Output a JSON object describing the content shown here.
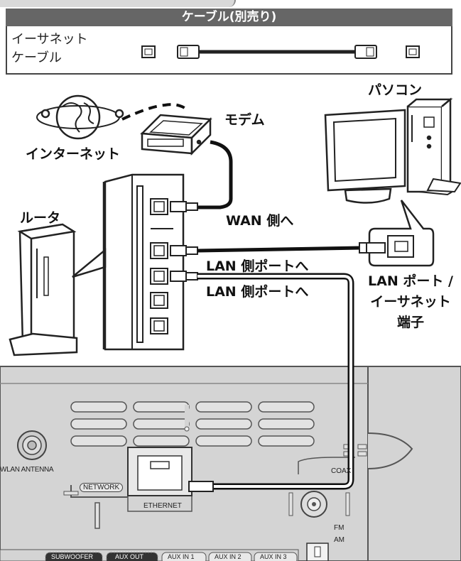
{
  "cable_table": {
    "header": "ケーブル(別売り)",
    "cable_name_line1": "イーサネット",
    "cable_name_line2": "ケーブル"
  },
  "labels": {
    "internet": "インターネット",
    "modem": "モデム",
    "pc": "パソコン",
    "router": "ルータ",
    "wan": "WAN 側へ",
    "lan1": "LAN 側ポートへ",
    "lan2": "LAN 側ポートへ",
    "lan_port_line1": "LAN ポート /",
    "lan_port_line2": "イーサネット",
    "lan_port_line3": "端子"
  },
  "rear_panel": {
    "wlan_antenna": "WLAN ANTENNA",
    "network": "NETWORK",
    "ethernet": "ETHERNET",
    "coax": "COAX",
    "fm": "FM",
    "am": "AM",
    "subwoofer": "SUBWOOFER",
    "aux_out": "AUX OUT",
    "aux_in_1": "AUX IN 1",
    "aux_in_2": "AUX IN 2",
    "aux_in_3": "AUX IN 3"
  }
}
